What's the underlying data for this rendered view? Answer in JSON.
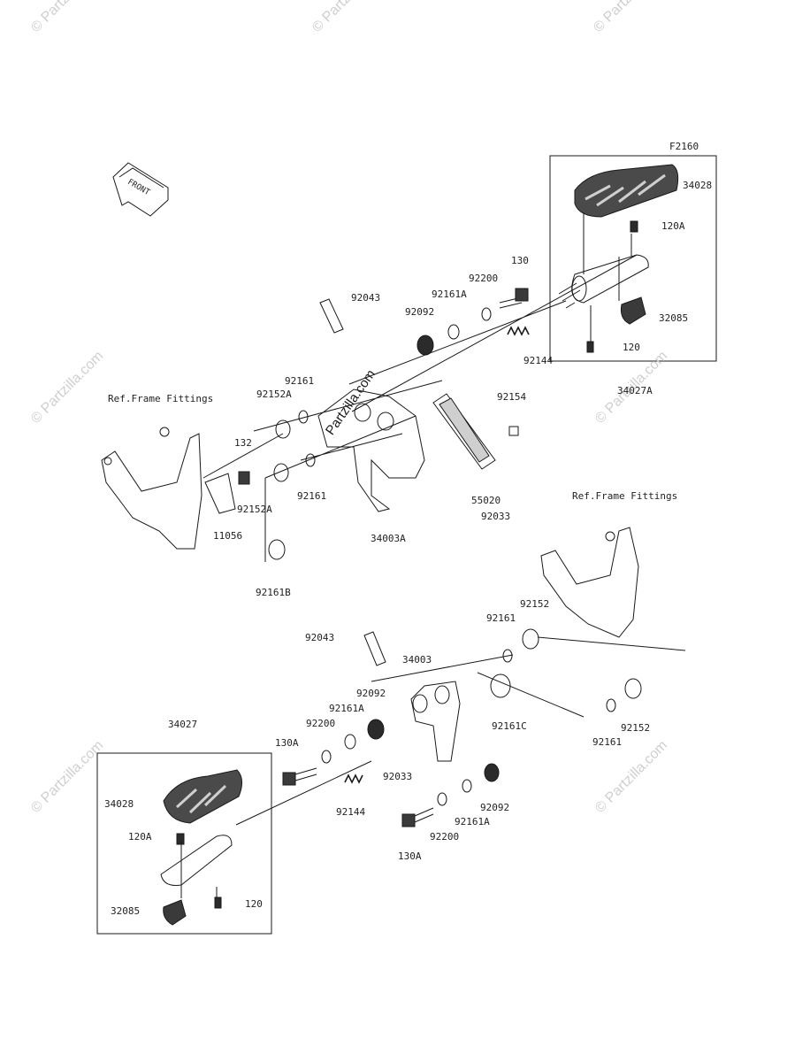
{
  "figure_code": "F2160",
  "front_arrow_label": "FRONT",
  "watermark_text": "© Partzilla.com",
  "center_watermark_text": "Partzilla.com",
  "ref_frame_label": "Ref.Frame Fittings",
  "labels": [
    "34028",
    "120A",
    "32085",
    "120",
    "130",
    "92200",
    "92161A",
    "92092",
    "92043",
    "92144",
    "34027A",
    "92161",
    "92152A",
    "132",
    "92154",
    "55020",
    "92033",
    "34003A",
    "92161",
    "92152A",
    "11056",
    "92161B",
    "92152",
    "92161",
    "92043",
    "34003",
    "92092",
    "92161A",
    "92200",
    "130A",
    "92161C",
    "92152",
    "92161",
    "34027",
    "34028",
    "120A",
    "32085",
    "120",
    "92144",
    "92033",
    "92092",
    "92161A",
    "92200",
    "130A"
  ],
  "colors": {
    "line": "#1a1a1a",
    "part_dark": "#2b2b2b",
    "watermark": "#cfcfcf"
  }
}
